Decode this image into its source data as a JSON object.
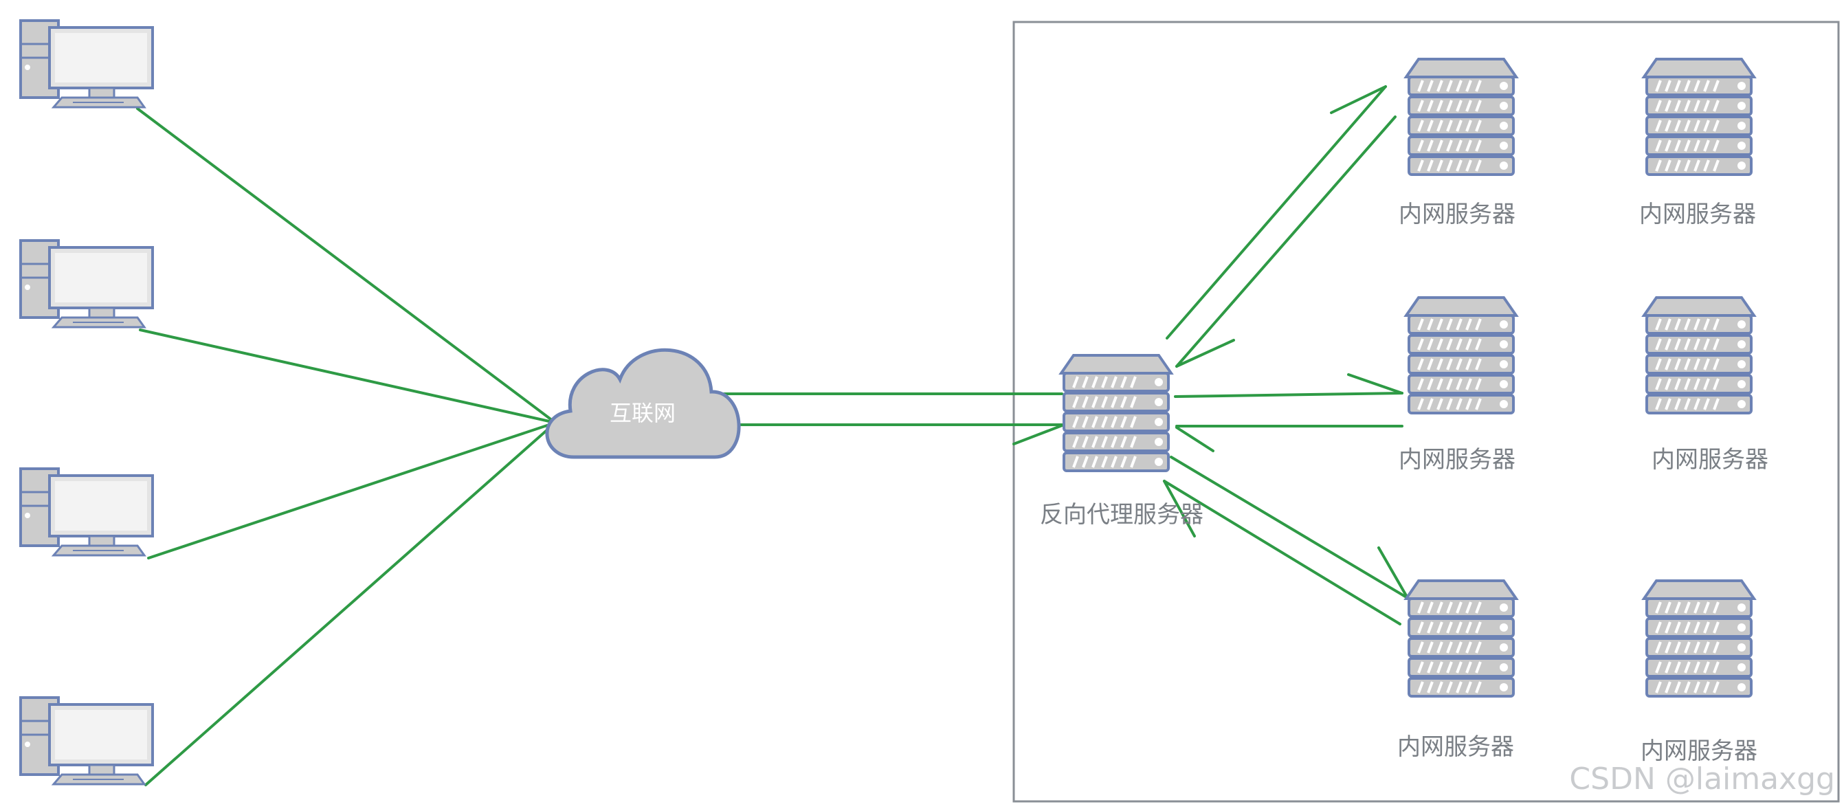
{
  "labels": {
    "cloud": "互联网",
    "proxy": "反向代理服务器",
    "internal_server": "内网服务器"
  },
  "watermark": "CSDN @laimaxgg",
  "colors": {
    "connector": "#2e9a45",
    "device_fill": "#cccccc",
    "device_stroke": "#6c82b5",
    "label": "#7a7f85",
    "frame": "#8a8f96"
  },
  "icons": {
    "client": "desktop-computer-icon",
    "cloud": "cloud-icon",
    "server": "server-rack-icon"
  }
}
